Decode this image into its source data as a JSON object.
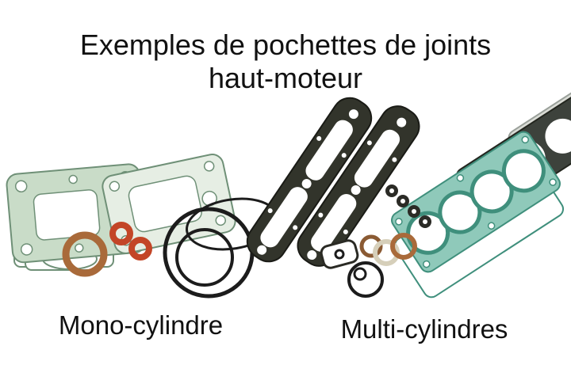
{
  "title": {
    "line1": "Exemples de pochettes de joints",
    "line2": "haut-moteur"
  },
  "captions": {
    "mono": "Mono-cylindre",
    "multi": "Multi-cylindres"
  },
  "colors": {
    "background": "#ffffff",
    "text": "#111111",
    "green_fill": "#c9dcc8",
    "green_fill_light": "#e6eee4",
    "green_stroke": "#6f9077",
    "teal_fill": "#8fc9ba",
    "teal_stroke": "#3f8f7c",
    "copper": "#a96a3a",
    "red": "#c34527",
    "dark": "#32342b",
    "black": "#1c1c1c",
    "cream": "#d6cfba",
    "grey": "#3d423c"
  }
}
